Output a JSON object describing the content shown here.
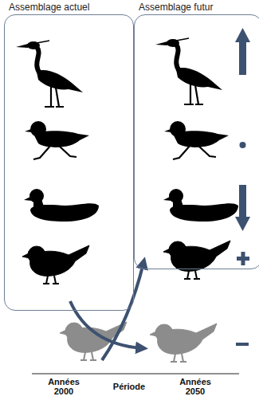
{
  "diagram": {
    "nodes": [
      {
        "text": [
          "Assemblage actuel"
        ]
      },
      {
        "text": [
          "Assemblage futur"
        ]
      }
    ],
    "labels": [
      "Années 2000",
      "Période",
      "Années 2050"
    ]
  }
}
